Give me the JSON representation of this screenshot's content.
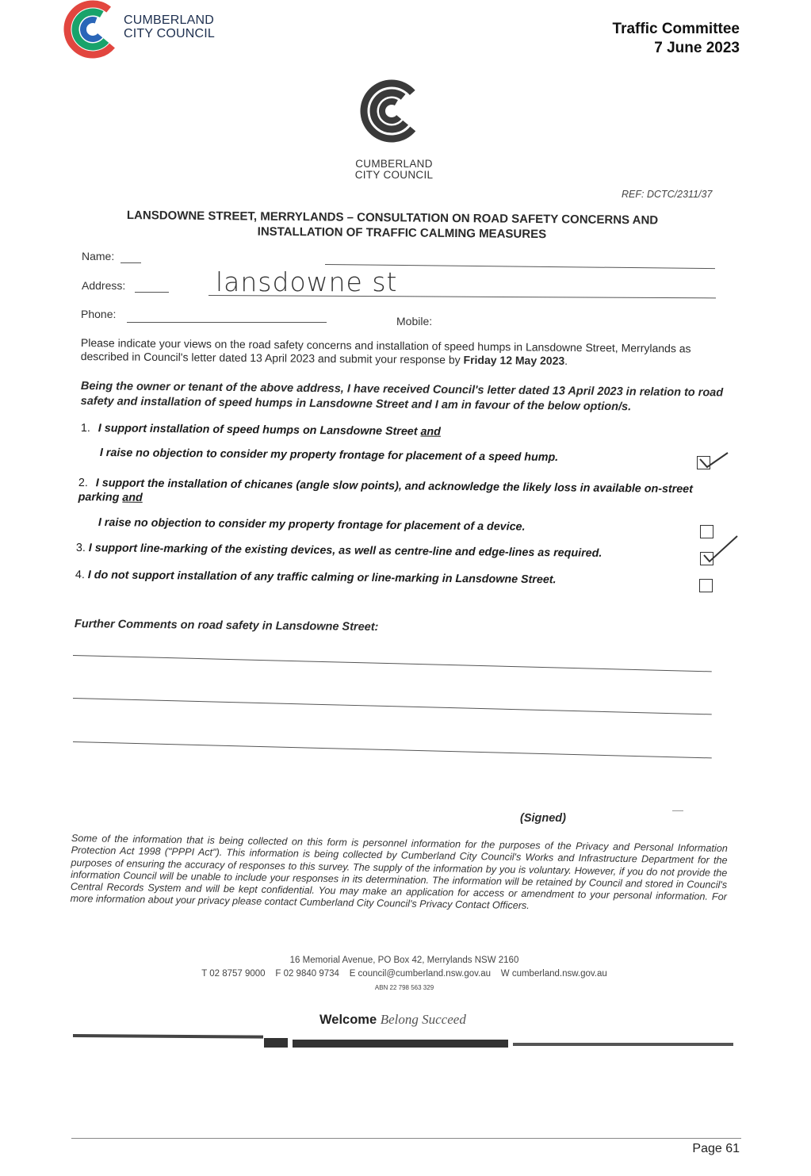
{
  "header": {
    "logo_line1": "CUMBERLAND",
    "logo_line2": "CITY COUNCIL",
    "committee": "Traffic Committee",
    "date": "7 June 2023",
    "brand_colors": [
      "#19a36b",
      "#2a66b8",
      "#e2463f"
    ]
  },
  "form": {
    "logo_line1": "CUMBERLAND",
    "logo_line2": "CITY COUNCIL",
    "ref": "REF: DCTC/2311/37",
    "title_line1": "LANSDOWNE STREET, MERRYLANDS – CONSULTATION ON ROAD SAFETY CONCERNS AND",
    "title_line2": "INSTALLATION OF TRAFFIC CALMING MEASURES",
    "name_label": "Name:",
    "address_label": "Address:",
    "address_value": "lansdowne st",
    "phone_label": "Phone:",
    "mobile_label": "Mobile:",
    "intro_text": "Please indicate your views on the road safety concerns and installation of speed humps in Lansdowne Street, Merrylands as described in Council's letter dated 13 April 2023 and submit your response by ",
    "intro_deadline": "Friday 12 May 2023",
    "intro_end": ".",
    "declaration": "Being the owner or tenant of the above address, I have received Council's letter dated 13 April 2023 in relation to road safety and installation of speed humps in Lansdowne Street and I am in favour of the below option/s.",
    "options": [
      {
        "num": "1.",
        "text": "I support installation of speed humps on Lansdowne Street ",
        "conj": "and",
        "sub": "I raise no objection to consider my property frontage for placement of a speed hump.",
        "checked": true
      },
      {
        "num": "2.",
        "text": "I support the installation of chicanes (angle slow points), and acknowledge the likely loss in available on-street parking ",
        "conj": "and",
        "sub": "I raise no objection to consider my property frontage for placement of a device.",
        "checked": false
      },
      {
        "num": "3.",
        "text": "I support line-marking of the existing devices, as well as centre-line and edge-lines as required.",
        "checked": true
      },
      {
        "num": "4.",
        "text": "I do not support installation of any traffic calming or line-marking in Lansdowne Street.",
        "checked": false
      }
    ],
    "comments_label": "Further Comments on road safety in Lansdowne Street:",
    "signed_label": "(Signed)",
    "privacy": "Some of the information that is being collected on this form is personnel information for the purposes of the Privacy and Personal Information Protection Act 1998 (\"PPPI Act\"). This information is being collected by Cumberland City Council's Works and Infrastructure Department for the purposes of ensuring the accuracy of responses to this survey. The supply of the information by you is voluntary. However, if you do not provide the information Council will be unable to include your responses in its determination. The information will be retained by Council and stored in Council's Central Records System and will be kept confidential. You may make an application for access or amendment to your personal information. For more information about your privacy please contact Cumberland City Council's Privacy Contact Officers.",
    "address_line": "16 Memorial Avenue, PO Box 42, Merrylands NSW 2160",
    "contact_line": "T 02 8757 9000    F 02 9840 9734    E council@cumberland.nsw.gov.au    W cumberland.nsw.gov.au",
    "abn": "ABN 22 798 563 329",
    "slogan_bold": "Welcome",
    "slogan_script": "Belong Succeed"
  },
  "footer": {
    "page": "Page 61"
  }
}
